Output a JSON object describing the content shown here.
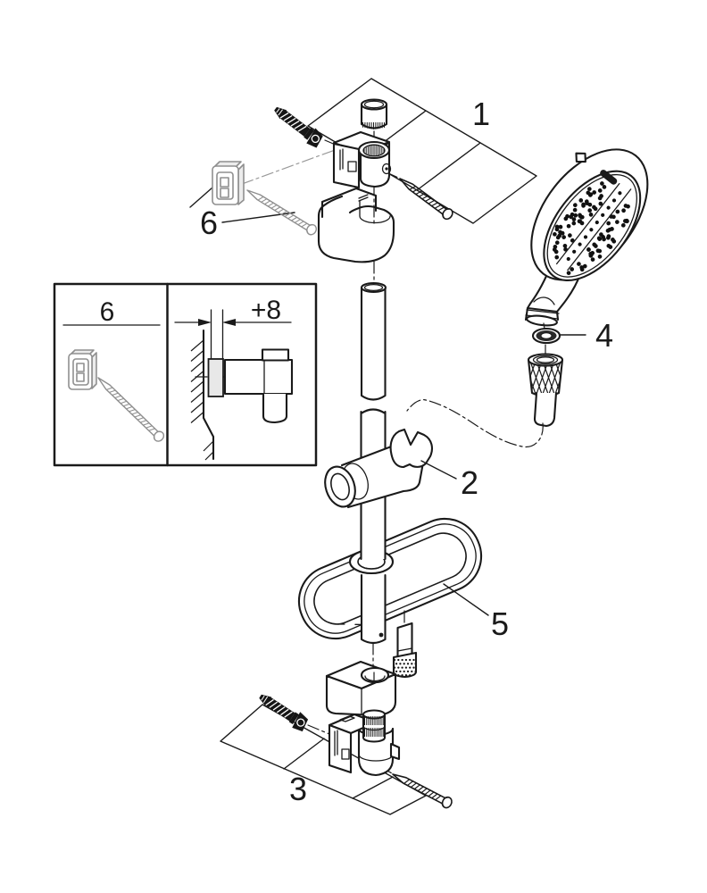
{
  "document": {
    "type": "exploded-parts-diagram",
    "subject": "shower rail set: wall brackets, hand shower, washer, hose, glide holder, soap tray, wall plugs"
  },
  "callouts": {
    "c1": "1",
    "c2": "2",
    "c3": "3",
    "c4": "4",
    "c5": "5",
    "c6": "6"
  },
  "inset": {
    "panel_label": "6",
    "dimension_label": "+8"
  },
  "colors": {
    "ink": "#1a1a1a",
    "accessory_gray": "#8f8f8f",
    "paper": "#ffffff"
  }
}
